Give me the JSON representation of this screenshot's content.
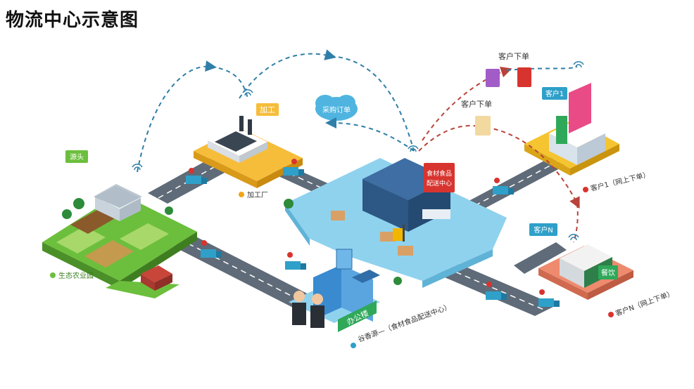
{
  "title": "物流中心示意图",
  "labels": {
    "source": "源头",
    "farm": "生态农业园",
    "processing": "加工",
    "processing_factory": "加工厂",
    "purchase_order": "采购订单",
    "center_sign_line1": "食材食品",
    "center_sign_line2": "配送中心",
    "office": "办公楼",
    "supply_chain_center": "谷香源—（食材食品配送中心）",
    "customer_order_1": "客户下单",
    "customer_order_2": "客户下单",
    "customer_1": "客户1",
    "customer_1_caption": "客户1（网上下单）",
    "customer_n": "客户N",
    "customer_n_caption": "客户N（网上下单）",
    "restaurant_sign": "餐饮"
  },
  "colors": {
    "road": "#5f6b78",
    "center_platform": "#8fd2ee",
    "farm_green": "#6cbf3c",
    "factory_yellow": "#f6bd3b",
    "customer1_yellow": "#f5c431",
    "customerN_salmon": "#ee8a6e",
    "arrow_blue": "#2f7fa8",
    "arrow_red": "#b8433a",
    "sign_red": "#d8342f",
    "office_green": "#2fa85a"
  }
}
